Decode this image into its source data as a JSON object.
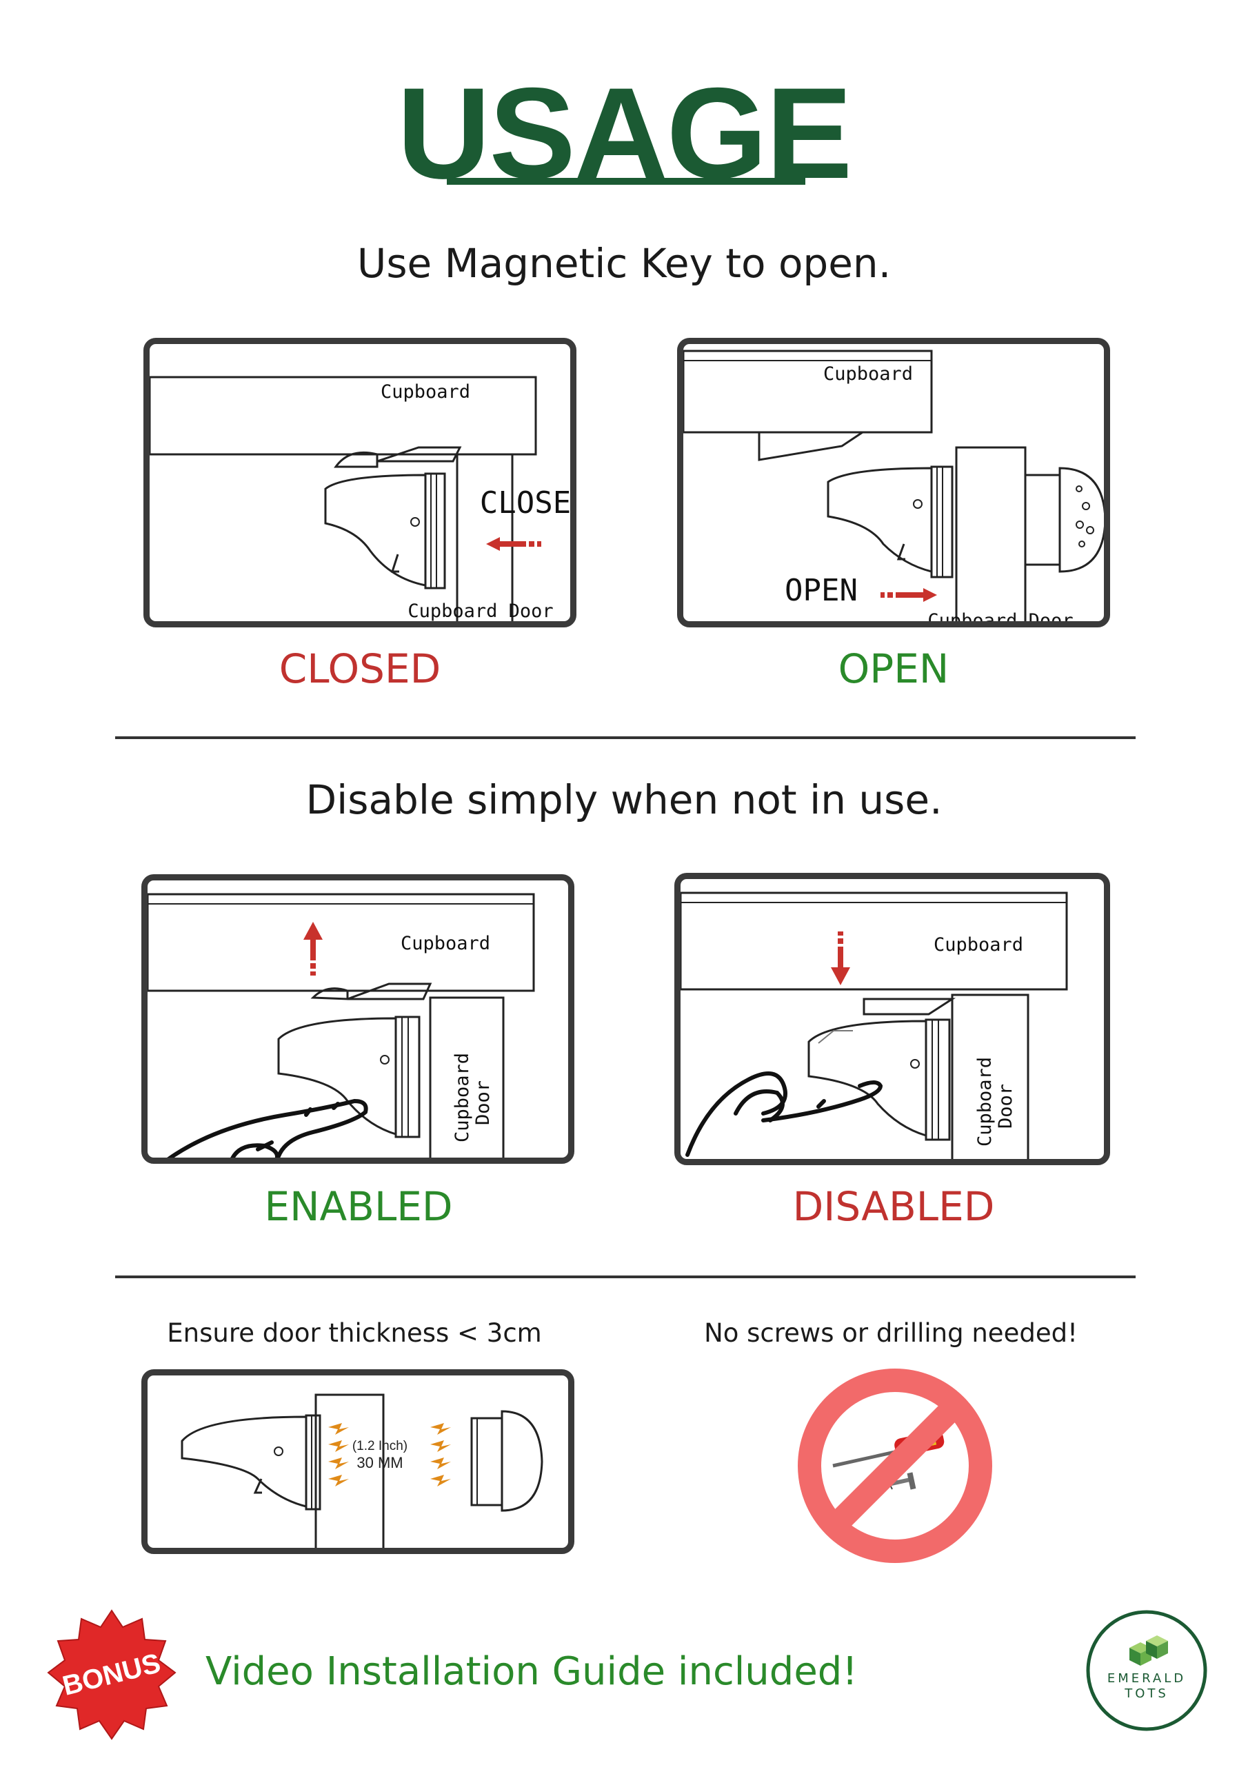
{
  "title": "USAGE",
  "section1": {
    "heading": "Use Magnetic Key to open.",
    "closed_panel": {
      "cupboard_label": "Cupboard",
      "door_label": "Cupboard Door",
      "action_label": "CLOSE"
    },
    "open_panel": {
      "cupboard_label": "Cupboard",
      "door_label": "Cupboard Door",
      "action_label": "OPEN"
    },
    "closed_state": "CLOSED",
    "open_state": "OPEN"
  },
  "section2": {
    "heading": "Disable simply when not in use.",
    "enabled_panel": {
      "cupboard_label": "Cupboard",
      "door_label_line1": "Cupboard",
      "door_label_line2": "Door"
    },
    "disabled_panel": {
      "cupboard_label": "Cupboard",
      "door_label_line1": "Cupboard",
      "door_label_line2": "Door"
    },
    "enabled_state": "ENABLED",
    "disabled_state": "DISABLED"
  },
  "section3": {
    "thickness_heading": "Ensure door thickness < 3cm",
    "thickness_inch": "(1.2 Inch)",
    "thickness_mm": "30 MM",
    "no_screws_heading": "No screws or drilling needed!"
  },
  "footer": {
    "bonus_badge": "BONUS",
    "bonus_text": "Video Installation Guide included!",
    "logo_line1": "EMERALD",
    "logo_line2": "TOTS"
  },
  "colors": {
    "title_green": "#1b5a33",
    "closed_red": "#c0322f",
    "open_green": "#2a8a2a",
    "arrow_red": "#c8322c",
    "prohibit_red": "#f26a6a"
  }
}
